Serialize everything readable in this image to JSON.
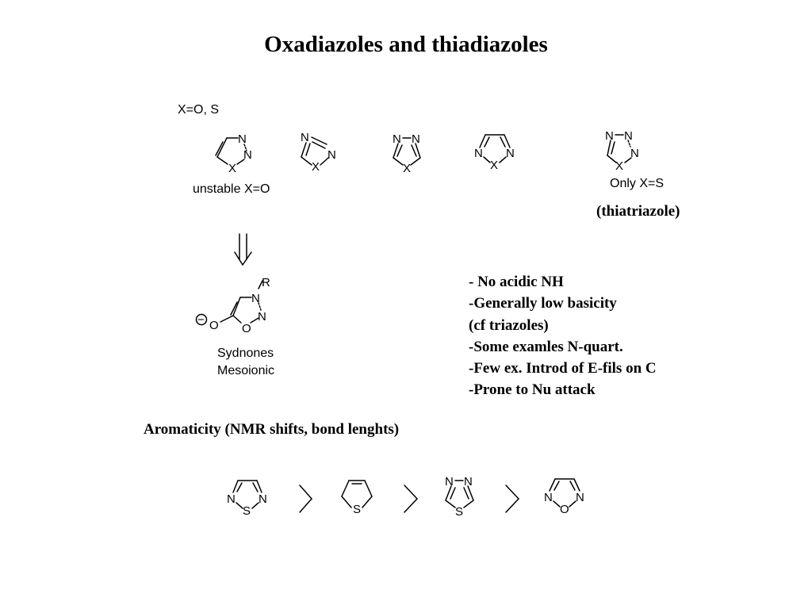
{
  "title": "Oxadiazoles and thiadiazoles",
  "labels": {
    "x_def": "X=O, S",
    "unstable": "unstable X=O",
    "only_s": "Only X=S",
    "thiatriazole": "(thiatriazole)",
    "sydnones": "Sydnones",
    "mesoionic": "Mesoionic",
    "aromaticity": "Aromaticity (NMR shifts, bond lenghts)"
  },
  "atoms": {
    "N": "N",
    "X": "X",
    "O": "O",
    "S": "S",
    "R": "R",
    "minus": "−"
  },
  "notes": [
    "- No acidic NH",
    "-Generally low basicity",
    "(cf triazoles)",
    "-Some examles N-quart.",
    "-Few ex. Introd of E-fils on C",
    "-Prone to Nu attack"
  ]
}
